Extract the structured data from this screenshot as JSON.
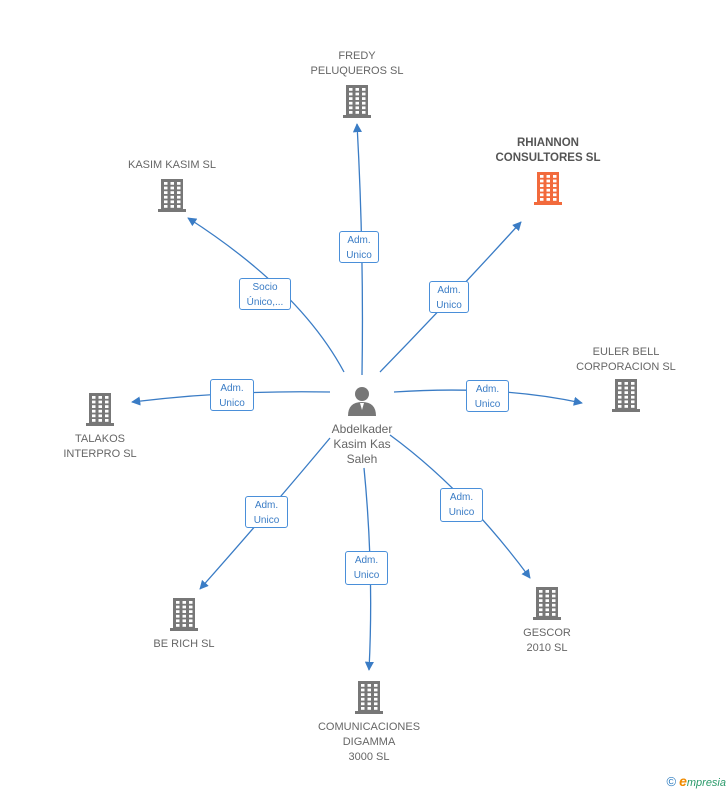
{
  "center": {
    "name": "Abdelkader\nKasim Kas\nSaleh",
    "icon": "person-icon"
  },
  "companies": [
    {
      "id": "fredy",
      "name": "FREDY\nPELUQUEROS SL",
      "role": "Adm.\nUnico",
      "highlight": false
    },
    {
      "id": "rhiannon",
      "name": "RHIANNON\nCONSULTORES SL",
      "role": "Adm.\nUnico",
      "highlight": true
    },
    {
      "id": "kasim",
      "name": "KASIM KASIM SL",
      "role": "Socio\nÚnico,...",
      "highlight": false
    },
    {
      "id": "euler",
      "name": "EULER BELL\nCORPORACION SL",
      "role": "Adm.\nUnico",
      "highlight": false
    },
    {
      "id": "talakos",
      "name": "TALAKOS\nINTERPRO SL",
      "role": "Adm.\nUnico",
      "highlight": false
    },
    {
      "id": "berich",
      "name": "BE RICH SL",
      "role": "Adm.\nUnico",
      "highlight": false
    },
    {
      "id": "gescor",
      "name": "GESCOR\n2010 SL",
      "role": "Adm.\nUnico",
      "highlight": false
    },
    {
      "id": "comunicaciones",
      "name": "COMUNICACIONES\nDIGAMMA\n3000 SL",
      "role": "Adm.\nUnico",
      "highlight": false
    }
  ],
  "colors": {
    "edge": "#3a7cc5",
    "building": "#777777",
    "building_highlight": "#f26a3c",
    "person": "#777777"
  },
  "footer": {
    "copyright": "©",
    "brand_e": "e",
    "brand_rest": "mpresia"
  }
}
